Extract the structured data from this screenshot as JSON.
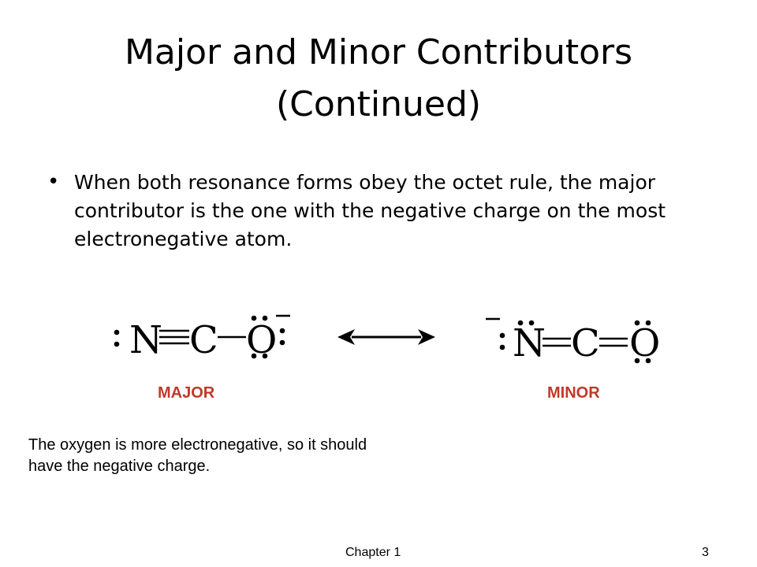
{
  "slide": {
    "title_line1": "Major and Minor Contributors",
    "title_line2": "(Continued)",
    "bullet": "When both resonance forms obey the octet rule, the major contributor is the one with the negative charge on the most electronegative atom.",
    "note": "The oxygen is more electronegative, so it should have the negative charge.",
    "footer_chapter": "Chapter 1",
    "page_number": "3"
  },
  "structures": {
    "major": {
      "atoms": [
        "N",
        "C",
        "O"
      ],
      "label": "MAJOR"
    },
    "minor": {
      "atoms": [
        "N",
        "C",
        "O"
      ],
      "label": "MINOR"
    },
    "label_color": "#c0392b"
  }
}
